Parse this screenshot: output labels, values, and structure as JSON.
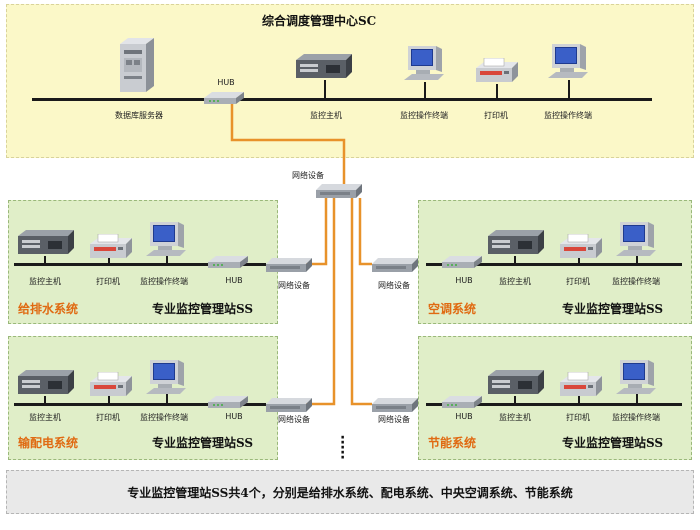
{
  "center": {
    "title": "综合调度管理中心SC",
    "hub_label": "HUB",
    "db_server": "数据库服务器",
    "monitor_host": "监控主机",
    "op_terminal_1": "监控操作终端",
    "printer": "打印机",
    "op_terminal_2": "监控操作终端"
  },
  "network_device_label": "网络设备",
  "subsystems": [
    {
      "name": "给排水系统",
      "station": "专业监控管理站SS",
      "host": "监控主机",
      "printer": "打印机",
      "terminal": "监控操作终端",
      "hub": "HUB",
      "net": "网络设备"
    },
    {
      "name": "空调系统",
      "station": "专业监控管理站SS",
      "host": "监控主机",
      "printer": "打印机",
      "terminal": "监控操作终端",
      "hub": "HUB",
      "net": "网络设备"
    },
    {
      "name": "输配电系统",
      "station": "专业监控管理站SS",
      "host": "监控主机",
      "printer": "打印机",
      "terminal": "监控操作终端",
      "hub": "HUB",
      "net": "网络设备"
    },
    {
      "name": "节能系统",
      "station": "专业监控管理站SS",
      "host": "监控主机",
      "printer": "打印机",
      "terminal": "监控操作终端",
      "hub": "HUB",
      "net": "网络设备"
    }
  ],
  "footer": "专业监控管理站SS共4个，分别是给排水系统、配电系统、中央空调系统、节能系统",
  "colors": {
    "link": "#e8922a",
    "center_bg": "#fbf8c8",
    "sub_bg": "#e0eec8",
    "system_name": "#e06a12"
  }
}
